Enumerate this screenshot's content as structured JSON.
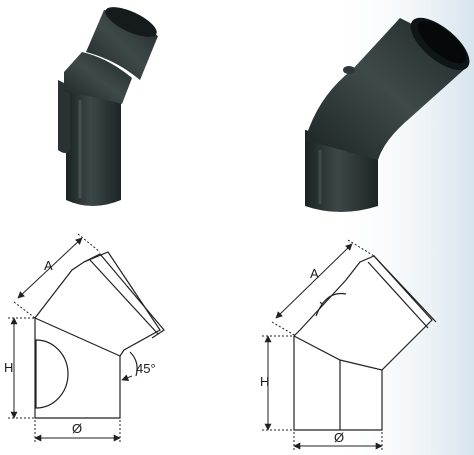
{
  "colors": {
    "pipe_dark": "#1f2628",
    "pipe_mid": "#34403f",
    "pipe_light": "#4c5a59",
    "line": "#222222",
    "background_tint": "#dde8ef"
  },
  "left_diagram": {
    "dim_a": "A",
    "dim_h": "H",
    "dim_diameter": "Ø",
    "angle": "45°"
  },
  "right_diagram": {
    "dim_a": "A",
    "dim_h": "H",
    "dim_diameter": "Ø"
  }
}
